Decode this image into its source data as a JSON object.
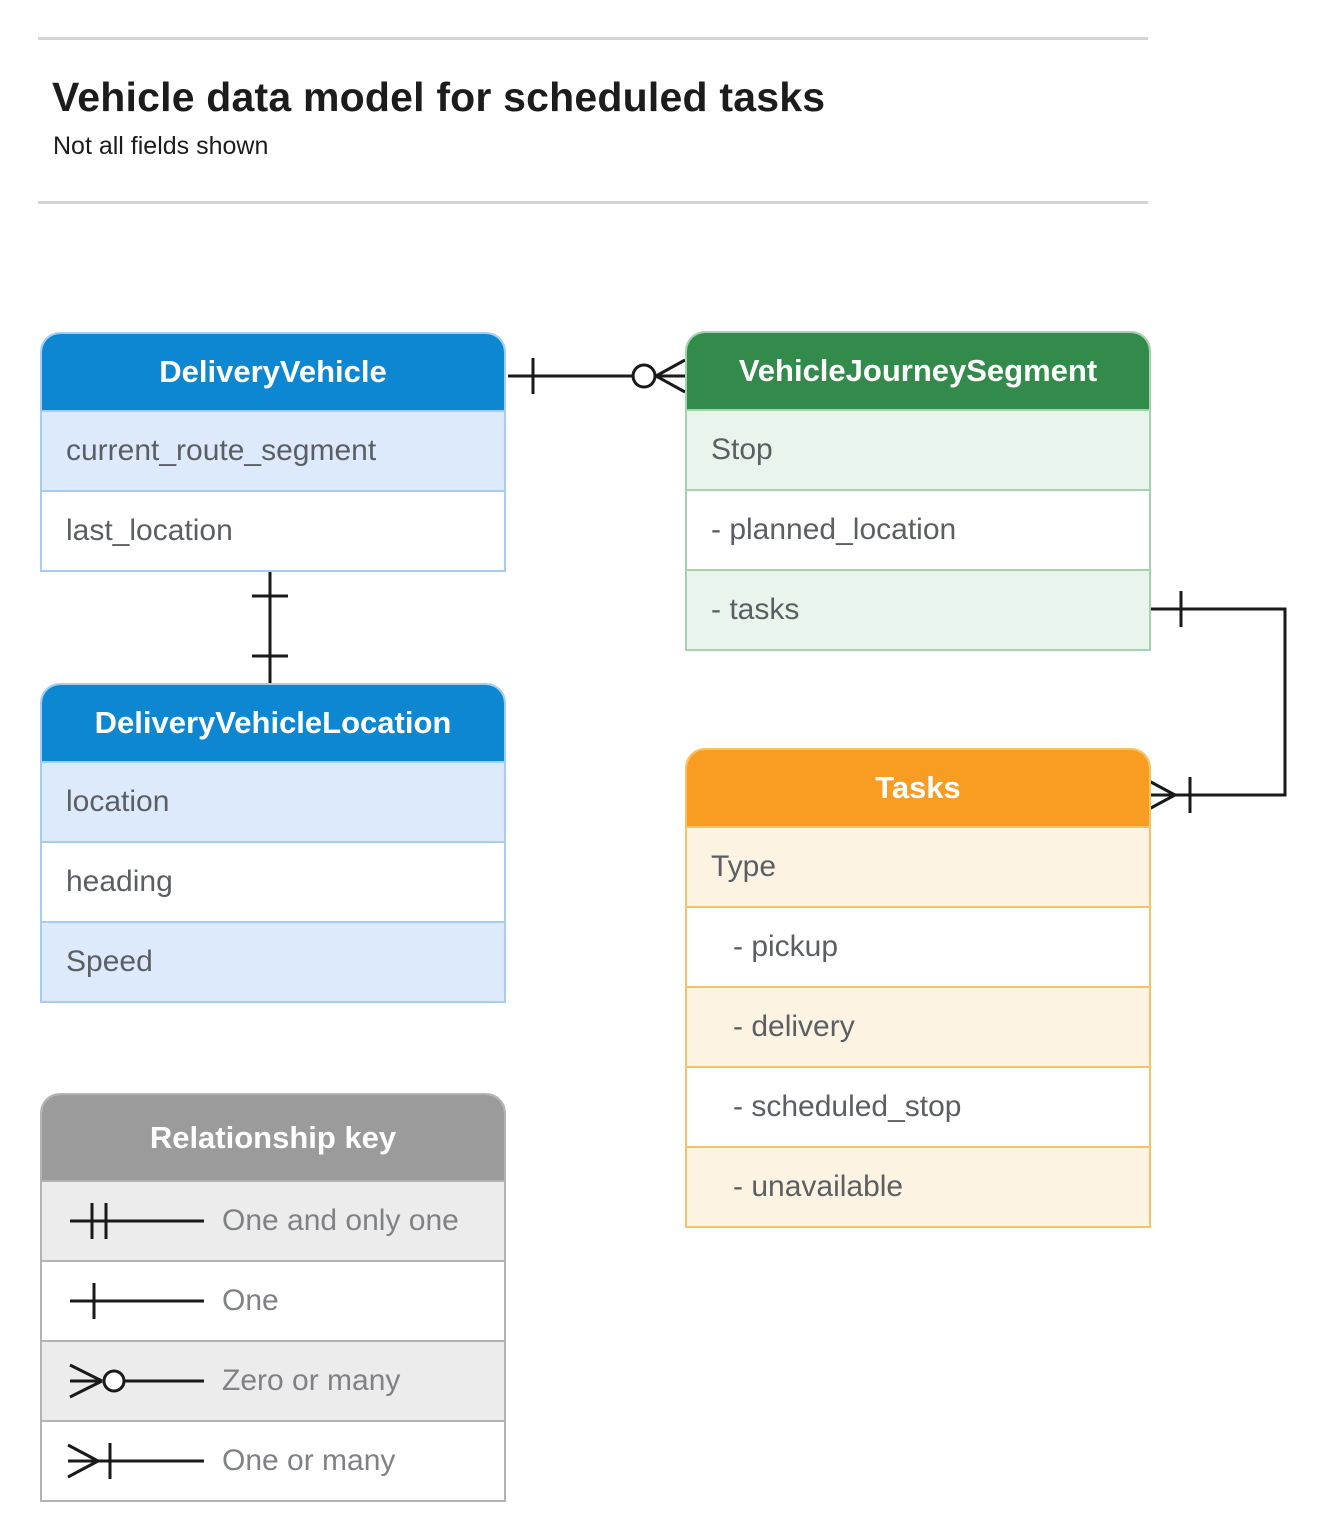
{
  "page": {
    "title": "Vehicle data model for scheduled tasks",
    "subtitle": "Not all fields shown"
  },
  "colors": {
    "blue": "#0e87d3",
    "blue-light": "#ddeafb",
    "blue-border": "#a6cdf1",
    "green": "#328b4a",
    "green-light": "#e9f4ec",
    "green-border": "#a4d2ae",
    "orange": "#f89c22",
    "orange-light": "#fdf3e2",
    "orange-border": "#f6c263",
    "gray": "#9b9b9b",
    "gray-light": "#ececec",
    "gray-border": "#b3b3b3",
    "rule": "#d4d4d4",
    "title-text": "#1c1c1c",
    "row-text": "#5b5f63",
    "legend-text": "#7f8184",
    "connector": "#1a1a1a"
  },
  "entities": {
    "delivery_vehicle": {
      "title": "DeliveryVehicle",
      "rows": [
        "current_route_segment",
        "last_location"
      ]
    },
    "vehicle_journey_segment": {
      "title": "VehicleJourneySegment",
      "rows": [
        "Stop",
        "- planned_location",
        "- tasks"
      ]
    },
    "delivery_vehicle_location": {
      "title": "DeliveryVehicleLocation",
      "rows": [
        "location",
        "heading",
        "Speed"
      ]
    },
    "tasks": {
      "title": "Tasks",
      "rows": [
        "Type",
        "- pickup",
        "- delivery",
        "- scheduled_stop",
        "- unavailable"
      ]
    }
  },
  "legend": {
    "title": "Relationship key",
    "items": [
      {
        "symbol": "one-and-only-one",
        "label": "One and only one"
      },
      {
        "symbol": "one",
        "label": "One"
      },
      {
        "symbol": "zero-or-many",
        "label": "Zero or many"
      },
      {
        "symbol": "one-or-many",
        "label": "One or many"
      }
    ]
  },
  "connectors": [
    {
      "from": "DeliveryVehicle",
      "to": "VehicleJourneySegment",
      "from_cardinality": "one",
      "to_cardinality": "zero-or-many"
    },
    {
      "from": "DeliveryVehicle",
      "to": "DeliveryVehicleLocation",
      "from_cardinality": "one",
      "to_cardinality": "one"
    },
    {
      "from": "VehicleJourneySegment.tasks",
      "to": "Tasks",
      "from_cardinality": "one",
      "to_cardinality": "one-or-many"
    }
  ]
}
